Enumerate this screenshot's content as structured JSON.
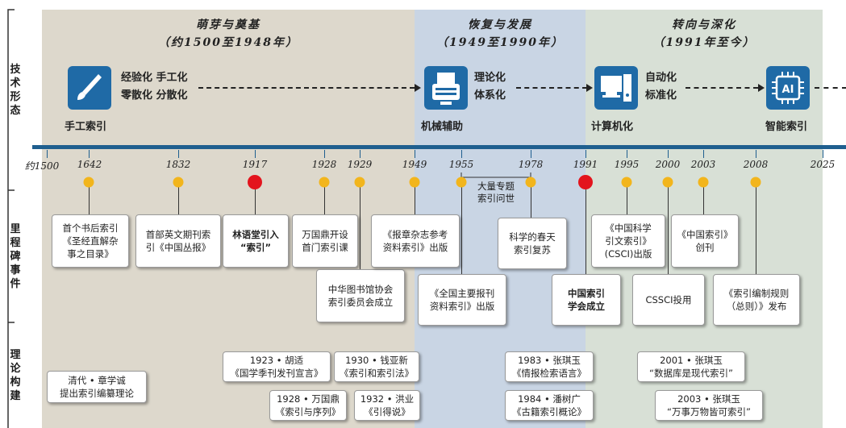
{
  "colors": {
    "stage1": "#ddd8cc",
    "stage2": "#c9d5e4",
    "stage3": "#d8e0d6",
    "axis": "#1f5f8f",
    "dot": "#f2b51c",
    "dot_major": "#e3141d",
    "icon": "#1f6aa6"
  },
  "row_labels": {
    "tech": [
      "技",
      "术",
      "形",
      "态"
    ],
    "milestones": [
      "里",
      "程",
      "碑",
      "事",
      "件"
    ],
    "theory": [
      "理",
      "论",
      "构",
      "建"
    ]
  },
  "stages": [
    {
      "title": "萌芽与奠基",
      "range": "（约1500至1948年）"
    },
    {
      "title": "恢复与发展",
      "range": "（1949至1990年）"
    },
    {
      "title": "转向与深化",
      "range": "（1991年至今）"
    }
  ],
  "tech_forms": [
    {
      "name": "手工索引",
      "icon": "brush-icon",
      "desc": [
        "经验化  手工化",
        "零散化  分散化"
      ]
    },
    {
      "name": "机械辅助",
      "icon": "typewriter-icon",
      "desc": [
        "理论化",
        "体系化"
      ]
    },
    {
      "name": "计算机化",
      "icon": "computer-icon",
      "desc": [
        "自动化",
        "标准化"
      ]
    },
    {
      "name": "智能索引",
      "icon": "ai-chip-icon",
      "desc": []
    }
  ],
  "years": [
    "约1500",
    "1642",
    "1832",
    "1917",
    "1928",
    "1929",
    "1949",
    "1955",
    "1978",
    "1991",
    "1995",
    "2000",
    "2003",
    "2008",
    "2025"
  ],
  "bracket_note": [
    "大量专题",
    "索引问世"
  ],
  "milestones": [
    {
      "lines": [
        "首个书后索引",
        "《圣经直解杂",
        "事之目录》"
      ]
    },
    {
      "lines": [
        "首部英文期刊索",
        "引《中国丛报》"
      ]
    },
    {
      "lines": [
        "林语堂引入",
        "“索引”"
      ]
    },
    {
      "lines": [
        "万国鼎开设",
        "首门索引课"
      ]
    },
    {
      "lines": [
        "中华图书馆协会",
        "索引委员会成立"
      ]
    },
    {
      "lines": [
        "《报章杂志参考",
        "资料索引》出版"
      ]
    },
    {
      "lines": [
        "《全国主要报刊",
        "资料索引》出版"
      ]
    },
    {
      "lines": [
        "科学的春天",
        "索引复苏"
      ]
    },
    {
      "lines": [
        "中国索引",
        "学会成立"
      ]
    },
    {
      "lines": [
        "《中国科学",
        "引文索引》",
        "(CSCI)出版"
      ]
    },
    {
      "lines": [
        "CSSCI投用"
      ]
    },
    {
      "lines": [
        "《中国索引》",
        "创刊"
      ]
    },
    {
      "lines": [
        "《索引编制规则",
        "（总则）》发布"
      ]
    }
  ],
  "theory": [
    {
      "lines": [
        "清代 • 章学诚",
        "提出索引编纂理论"
      ]
    },
    {
      "lines": [
        "1923 • 胡适",
        "《国学季刊发刊宣言》"
      ]
    },
    {
      "lines": [
        "1930 • 钱亚新",
        "《索引和索引法》"
      ]
    },
    {
      "lines": [
        "1928 • 万国鼎",
        "《索引与序列》"
      ]
    },
    {
      "lines": [
        "1932 • 洪业",
        "《引得说》"
      ]
    },
    {
      "lines": [
        "1983 • 张琪玉",
        "《情报检索语言》"
      ]
    },
    {
      "lines": [
        "1984 • 潘树广",
        "《古籍索引概论》"
      ]
    },
    {
      "lines": [
        "2001 • 张琪玉",
        "“数据库是现代索引”"
      ]
    },
    {
      "lines": [
        "2003 • 张琪玉",
        "“万事万物皆可索引”"
      ]
    }
  ]
}
